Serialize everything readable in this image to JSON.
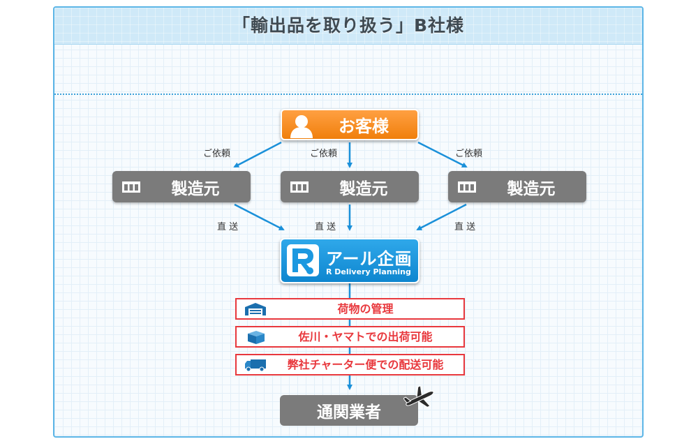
{
  "title": "「輸出品を取り扱う」B社様",
  "customer": {
    "label": "お客様",
    "icon": "person-silhouette-icon"
  },
  "request_label": "ご依頼",
  "makers": [
    {
      "label": "製造元",
      "icon": "factory-icon"
    },
    {
      "label": "製造元",
      "icon": "factory-icon"
    },
    {
      "label": "製造元",
      "icon": "factory-icon"
    }
  ],
  "direct_label": "直 送",
  "company": {
    "name": "アール企画",
    "sub": "R Delivery Planning",
    "icon": "r-logo-icon"
  },
  "services": [
    {
      "label": "荷物の管理",
      "icon": "warehouse-icon"
    },
    {
      "label": "佐川・ヤマトでの出荷可能",
      "icon": "parcel-box-icon"
    },
    {
      "label": "弊社チャーター便での配送可能",
      "icon": "delivery-truck-icon"
    }
  ],
  "broker": {
    "label": "通関業者",
    "icon": "airplane-icon"
  },
  "colors": {
    "frame": "#5bb5e6",
    "arrow": "#1a90d9",
    "customer": "#f58a1f",
    "maker": "#7b7b7b",
    "company": "#1b98e0",
    "service_border": "#e8383d"
  }
}
